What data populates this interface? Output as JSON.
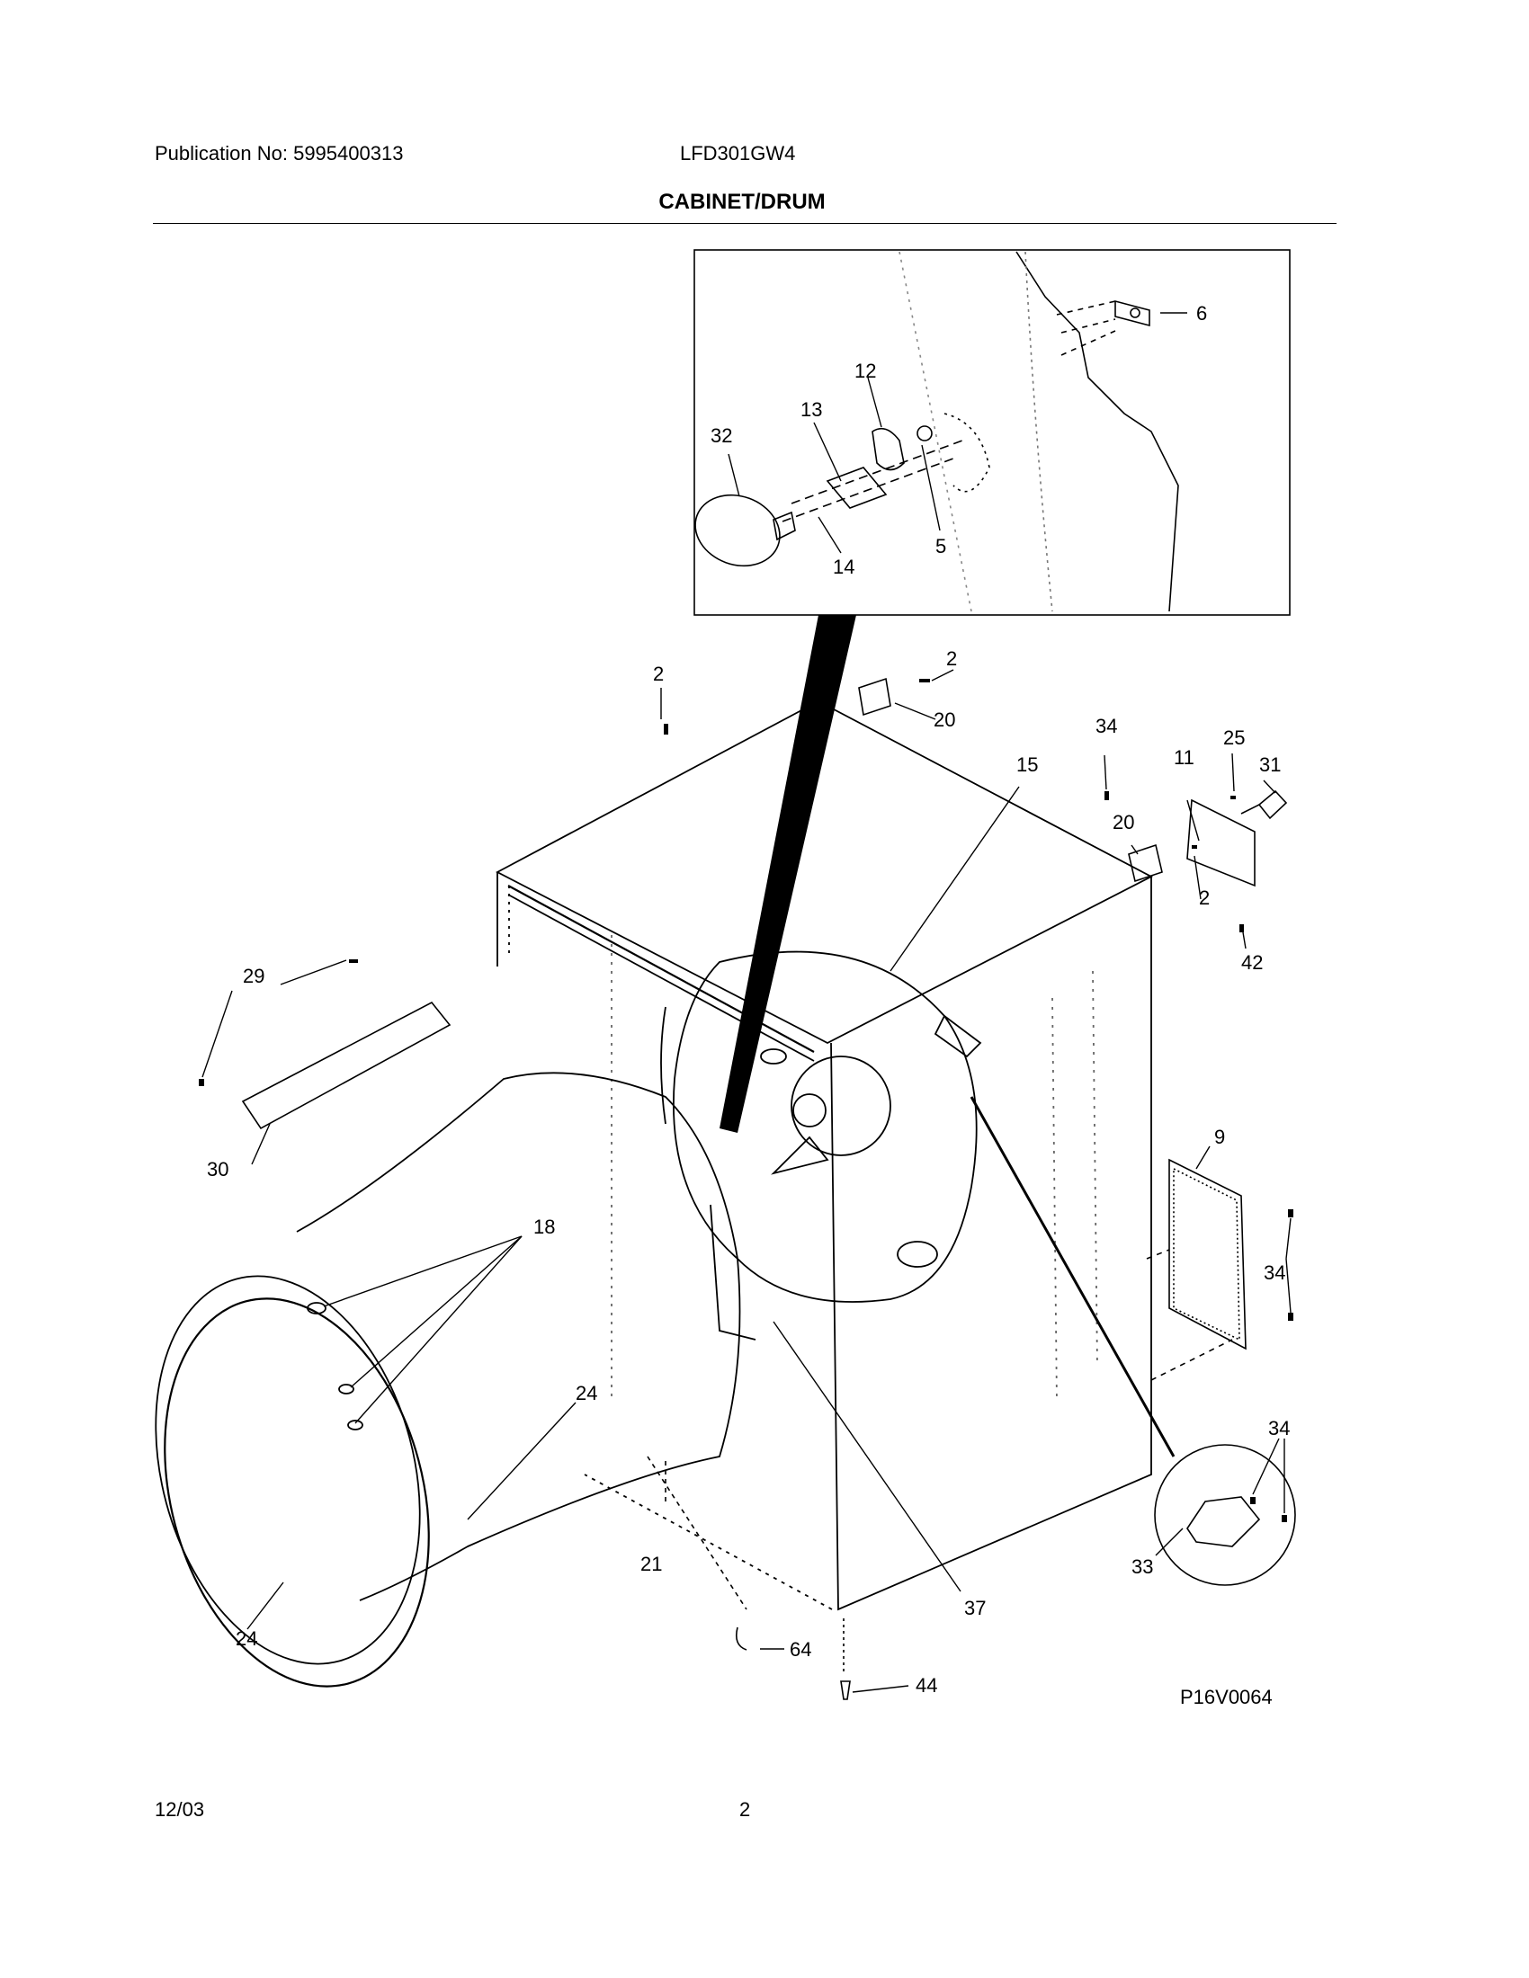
{
  "header": {
    "publication": "Publication No: 5995400313",
    "model": "LFD301GW4",
    "title": "CABINET/DRUM"
  },
  "footer": {
    "date": "12/03",
    "page": "2",
    "diagram_id": "P16V0064"
  },
  "callouts": [
    "6",
    "12",
    "13",
    "32",
    "5",
    "14",
    "2",
    "2",
    "20",
    "34",
    "25",
    "31",
    "15",
    "11",
    "20",
    "2",
    "42",
    "29",
    "30",
    "9",
    "18",
    "34",
    "24",
    "34",
    "21",
    "33",
    "37",
    "24",
    "64",
    "44"
  ]
}
